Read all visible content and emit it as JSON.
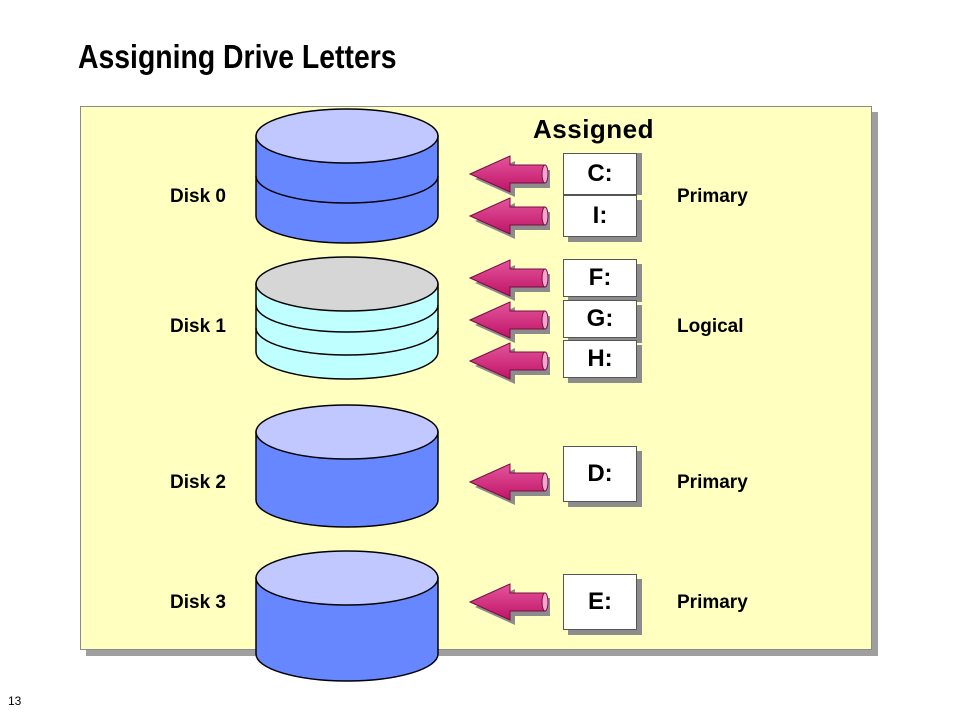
{
  "slide": {
    "title": "Assigning Drive Letters",
    "page_number": "13"
  },
  "diagram": {
    "heading": "Assigned",
    "disks": [
      {
        "label": "Disk 0",
        "partition_type": "Primary",
        "letters": [
          "C:",
          "I:"
        ]
      },
      {
        "label": "Disk 1",
        "partition_type": "Logical",
        "letters": [
          "F:",
          "G:",
          "H:"
        ]
      },
      {
        "label": "Disk 2",
        "partition_type": "Primary",
        "letters": [
          "D:"
        ]
      },
      {
        "label": "Disk 3",
        "partition_type": "Primary",
        "letters": [
          "E:"
        ]
      }
    ]
  },
  "colors": {
    "panel": "#ffffc0",
    "disk_blue": "#6687ff",
    "disk_blue_top": "#c0c8ff",
    "disk_cyan": "#c0ffff",
    "disk_gray_top": "#d6d6d6",
    "arrow": "#d61a78"
  },
  "icons": [
    "disk-cylinder-icon",
    "arrow-left-icon"
  ]
}
